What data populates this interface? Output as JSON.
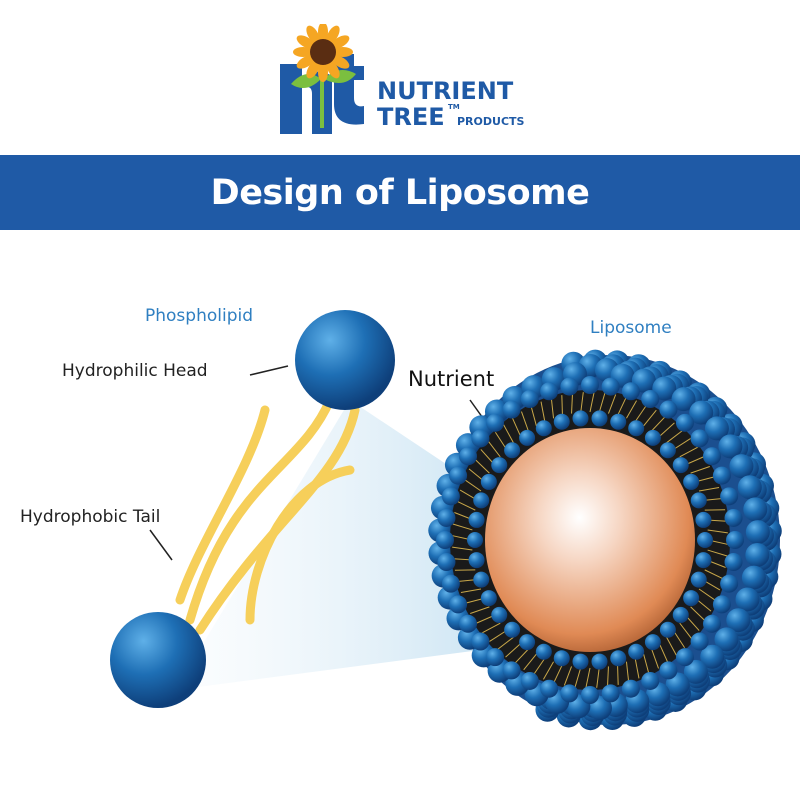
{
  "logo": {
    "line1": "NUTRIENT",
    "line2": "TREE",
    "tm": "TM",
    "line3": "PRODUCTS"
  },
  "banner": {
    "title": "Design of Liposome"
  },
  "diagram": {
    "phospholipid_label": "Phospholipid",
    "head_label": "Hydrophilic Head",
    "tail_label": "Hydrophobic Tail",
    "nutrient_label": "Nutrient",
    "liposome_label": "Liposome"
  },
  "colors": {
    "brand_blue": "#1f5aa6",
    "bead_blue": "#1e6fb5",
    "tail_yellow": "#f6cf5a",
    "nutrient_orange": "#e89a6a",
    "sunflower": "#f5a623",
    "leaf_green": "#7bbf3f"
  }
}
